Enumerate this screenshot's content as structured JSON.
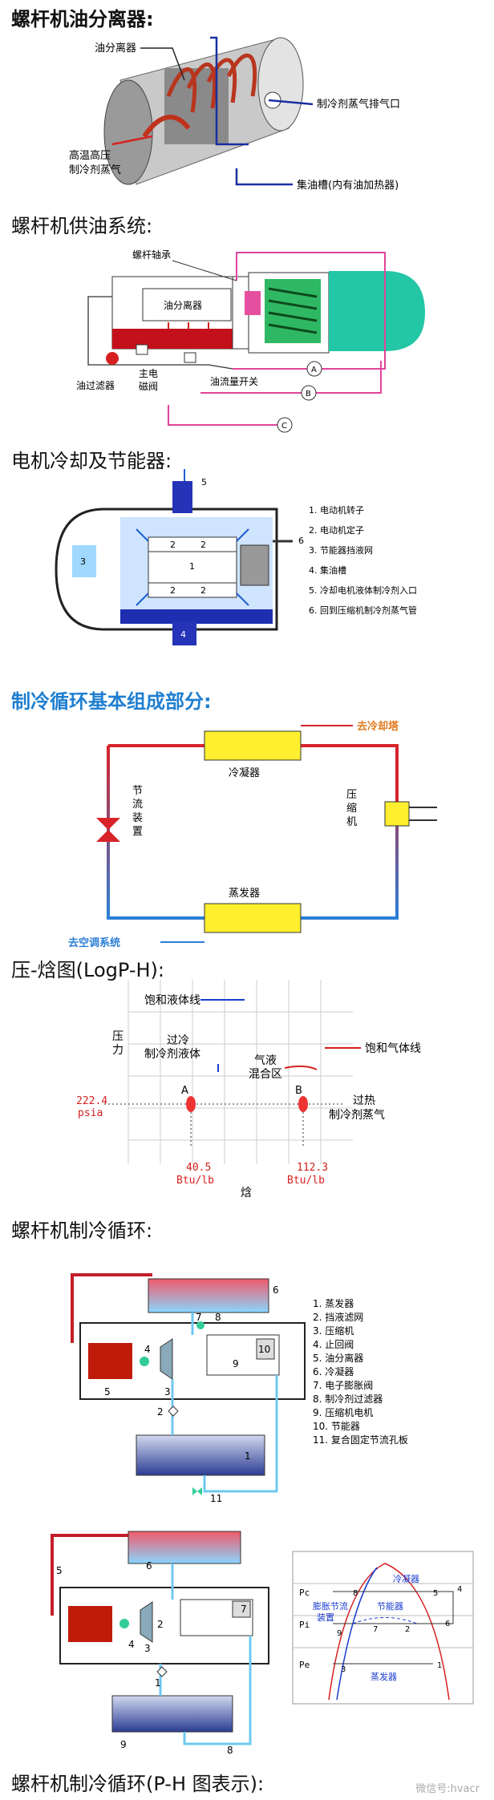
{
  "s1": {
    "title": "螺杆机油分离器:",
    "labels": {
      "separator": "油分离器",
      "vapor_out": "制冷剂蒸气排气口",
      "hot_gas_1": "高温高压",
      "hot_gas_2": "制冷剂蒸气",
      "oil_sump": "集油槽(内有油加热器)"
    }
  },
  "s2": {
    "title": "螺杆机供油系统:",
    "labels": {
      "bearing": "螺杆轴承",
      "separator": "油分离器",
      "oil_filter": "油过滤器",
      "solenoid_1": "主电",
      "solenoid_2": "磁阀",
      "flow_switch": "油流量开关",
      "a": "A",
      "b": "B",
      "c": "C"
    }
  },
  "s3": {
    "title": "电机冷却及节能器:",
    "markers": [
      "1",
      "2",
      "2",
      "2",
      "2",
      "3",
      "4",
      "5",
      "6"
    ],
    "legend": [
      "1. 电动机转子",
      "2. 电动机定子",
      "3. 节能器挡液网",
      "4. 集油槽",
      "5. 冷却电机液体制冷剂入口",
      "6. 回到压缩机制冷剂蒸气管"
    ]
  },
  "s4": {
    "title": "制冷循环基本组成部分:",
    "labels": {
      "cooling_tower": "去冷却塔",
      "condenser": "冷凝器",
      "compressor": [
        "压",
        "缩",
        "机"
      ],
      "throttle": [
        "节",
        "流",
        "装",
        "置"
      ],
      "evaporator": "蒸发器",
      "ac_system": "去空调系统"
    },
    "colors": {
      "hot": "#d8232a",
      "cold": "#2c7fd6",
      "box": "#ffef2e"
    }
  },
  "s5": {
    "title": "压-焓图(LogP-H):",
    "labels": {
      "sat_liquid": "饱和液体线",
      "sat_vapor": "饱和气体线",
      "pressure": [
        "压",
        "力"
      ],
      "subcooled_1": "过冷",
      "subcooled_2": "制冷剂液体",
      "mix_1": "气液",
      "mix_2": "混合区",
      "superheat_1": "过热",
      "superheat_2": "制冷剂蒸气",
      "p_val": "222.4",
      "p_unit": "psia",
      "point_a": "A",
      "point_b": "B",
      "h_a": "40.5",
      "h_b": "112.3",
      "h_unit_a": "Btu/lb",
      "h_unit_b": "Btu/lb",
      "enthalpy": "焓"
    }
  },
  "s6": {
    "title": "螺杆机制冷循环:",
    "markers": [
      "1",
      "2",
      "3",
      "4",
      "5",
      "6",
      "7",
      "8",
      "9",
      "10",
      "11"
    ],
    "legend": [
      "1. 蒸发器",
      "2. 挡液滤网",
      "3. 压缩机",
      "4. 止回阀",
      "5. 油分离器",
      "6. 冷凝器",
      "7. 电子膨胀阀",
      "8. 制冷剂过滤器",
      "9. 压缩机电机",
      "10. 节能器",
      "11. 复合固定节流孔板"
    ]
  },
  "s7": {
    "markers": [
      "1",
      "2",
      "3",
      "4",
      "5",
      "6",
      "7",
      "8",
      "9"
    ],
    "ph": {
      "condenser": "冷凝器",
      "economizer": "节能器",
      "throttle_1": "膨胀节流",
      "throttle_2": "装置",
      "evaporator": "蒸发器",
      "pc": "Pc",
      "pi": "Pi",
      "pe": "Pe",
      "points": [
        "1",
        "2",
        "3",
        "4",
        "5",
        "6",
        "7",
        "8",
        "9"
      ]
    },
    "caption": "螺杆机制冷循环(P-H 图表示):",
    "watermark": "微信号:hvacr"
  }
}
